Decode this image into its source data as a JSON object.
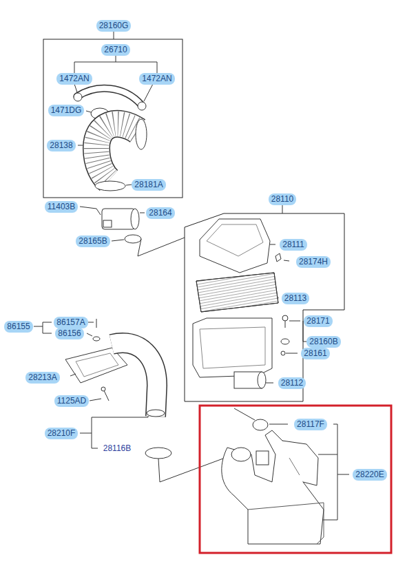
{
  "diagram": {
    "labels": [
      "28160G",
      "26710",
      "1472AN",
      "1472AN",
      "1471DG",
      "28138",
      "28181A",
      "11403B",
      "28164",
      "28110",
      "28165B",
      "28111",
      "28174H",
      "28113",
      "86155",
      "86157A",
      "86156",
      "28171",
      "28160B",
      "28213A",
      "28161",
      "28112",
      "1125AD",
      "28210F",
      "28117F",
      "28116B",
      "28220E"
    ]
  }
}
